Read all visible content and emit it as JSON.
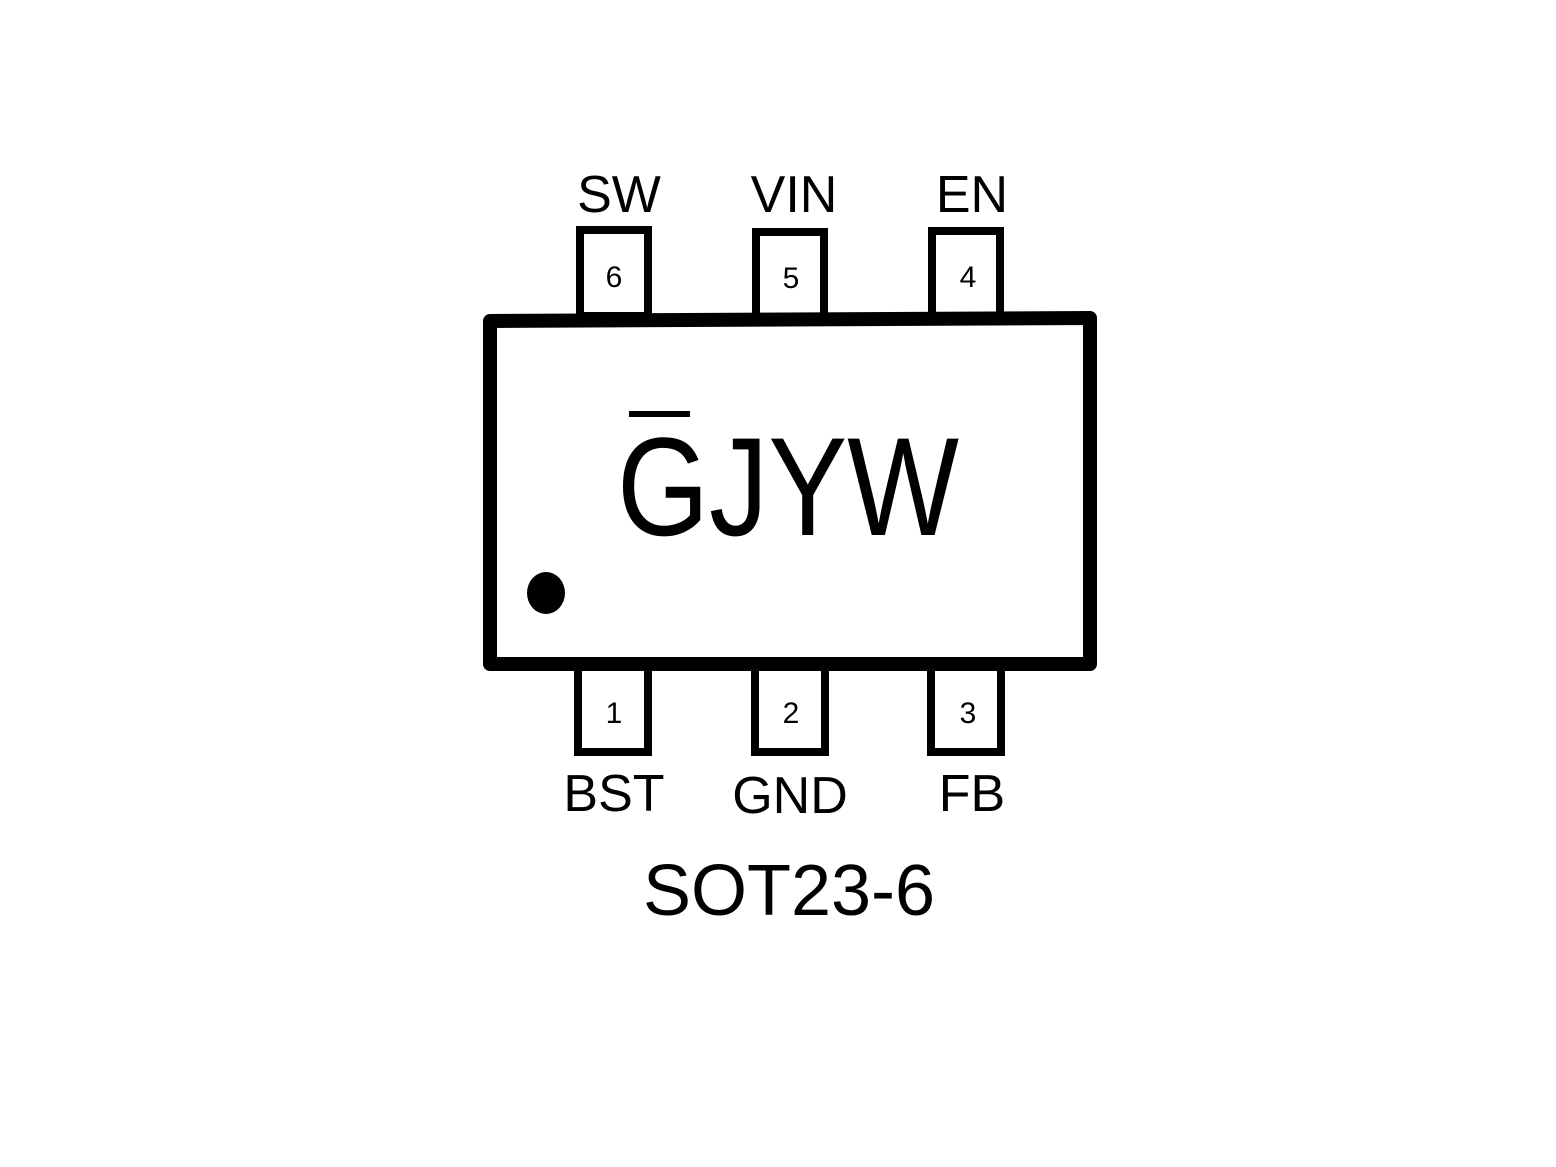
{
  "package": {
    "name": "SOT23-6",
    "marking": {
      "overlined_char": "G",
      "rest": "JYW"
    },
    "pin1_indicator": "pin-1-dot"
  },
  "pins": {
    "top": [
      {
        "number": "6",
        "name": "SW"
      },
      {
        "number": "5",
        "name": "VIN"
      },
      {
        "number": "4",
        "name": "EN"
      }
    ],
    "bottom": [
      {
        "number": "1",
        "name": "BST"
      },
      {
        "number": "2",
        "name": "GND"
      },
      {
        "number": "3",
        "name": "FB"
      }
    ]
  },
  "colors": {
    "stroke": "#000000",
    "background": "#ffffff"
  }
}
